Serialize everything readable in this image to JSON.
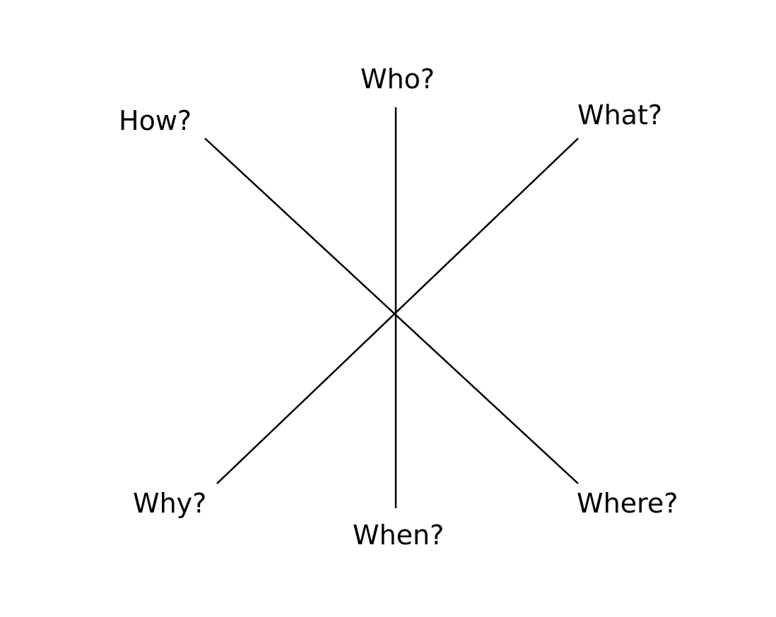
{
  "diagram": {
    "labels": {
      "who": "Who?",
      "what": "What?",
      "how": "How?",
      "why": "Why?",
      "where": "Where?",
      "when": "When?"
    },
    "line_color": "#000000",
    "text_color": "#000000"
  }
}
